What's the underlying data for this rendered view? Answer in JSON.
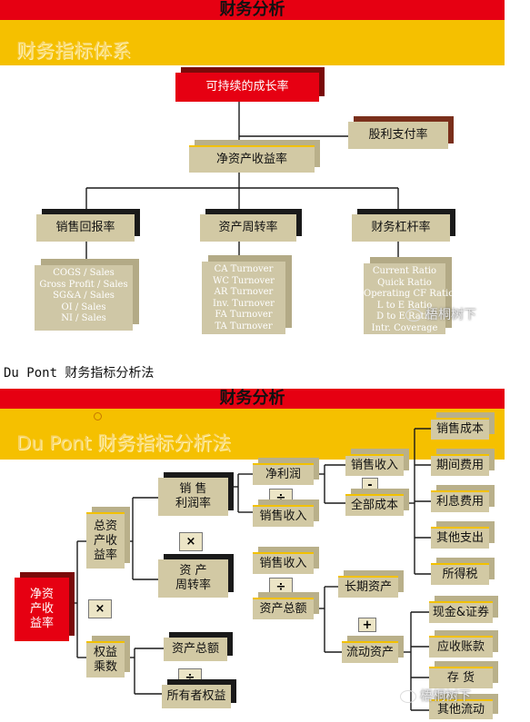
{
  "top": {
    "header": "财务分析",
    "band_title": "财务指标体系",
    "root": "可持续的成长率",
    "dividend": "股利支付率",
    "roe": "净资产收益率",
    "branches": [
      "销售回报率",
      "资产周转率",
      "财务杠杆率"
    ],
    "sales_ratios": [
      "COGS / Sales",
      "Gross Profit / Sales",
      "SG&A / Sales",
      "OI / Sales",
      "NI / Sales"
    ],
    "turnover_ratios": [
      "CA Turnover",
      "WC Turnover",
      "AR Turnover",
      "Inv. Turnover",
      "FA Turnover",
      "TA Turnover"
    ],
    "leverage_ratios": [
      "Current Ratio",
      "Quick Ratio",
      "Operating CF Ratio",
      "L to E Ratio",
      "D to E Ratio",
      "Intr. Coverage"
    ],
    "watermark": "梧桐树下"
  },
  "caption": "Du Pont 财务指标分析法",
  "bottom": {
    "header": "财务分析",
    "band_title": "Du Pont 财务指标分析法",
    "roe": "净资\n产收\n益率",
    "roa": "总资\n产收\n益率",
    "equity_multiplier": "权益\n乘数",
    "net_margin": "销  售\n利润率",
    "asset_turnover": "资  产\n周转率",
    "total_assets_a": "资产总额",
    "owners_equity": "所有者权益",
    "net_profit": "净利润",
    "sales_1": "销售收入",
    "sales_2": "销售收入",
    "sales_3": "销售收入",
    "total_cost": "全部成本",
    "total_assets_b": "资产总额",
    "long_term_assets": "长期资产",
    "current_assets": "流动资产",
    "cost_items": [
      "销售成本",
      "期间费用",
      "利息费用",
      "其他支出",
      "所得税"
    ],
    "current_items": [
      "现金&证券",
      "应收账款",
      "存    货",
      "其他流动"
    ],
    "ops": {
      "x1": "×",
      "x2": "×",
      "div1": "÷",
      "div2": "÷",
      "div3": "÷",
      "minus": "-",
      "plus": "+"
    },
    "watermark": "梧桐树下"
  },
  "colors": {
    "red": "#e60012",
    "yellow": "#f5c000",
    "box": "#d2c9a4",
    "side_gold": "#f2c100",
    "side_dark": "#1a1a1a"
  }
}
